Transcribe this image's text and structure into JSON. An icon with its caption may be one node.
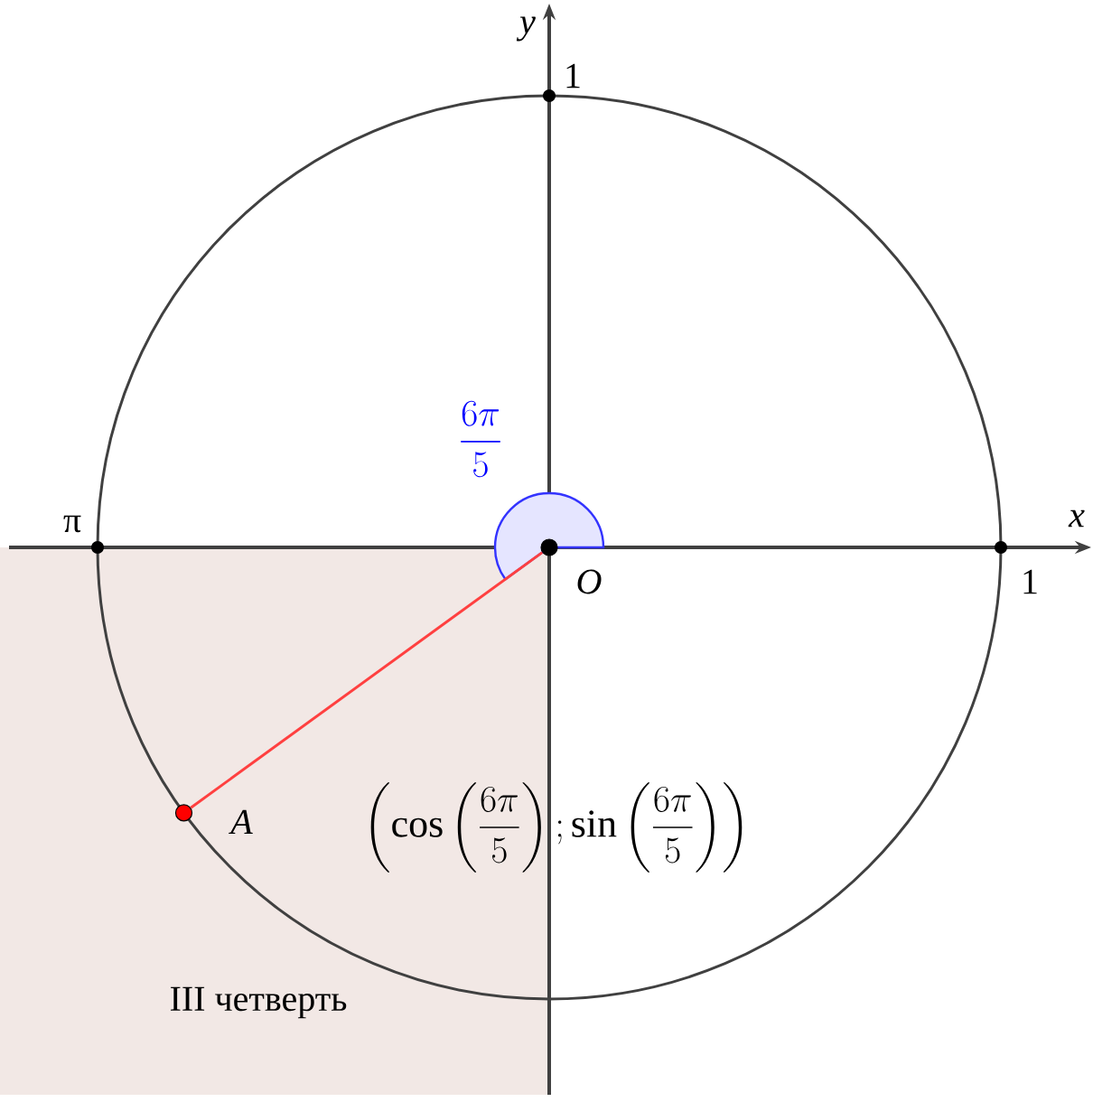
{
  "diagram": {
    "nodes": [
      {
        "text": [],
        "shape": "circle",
        "beside": [
          "O"
        ]
      },
      {
        "text": [],
        "shape": "circle",
        "beside": [
          "A"
        ]
      }
    ],
    "edges": [
      {
        "from": 0,
        "to": 1,
        "arrow": "none",
        "color": "#ff4040"
      }
    ],
    "labels": [
      "y",
      "1",
      "x",
      "1",
      "π",
      "\\frac{6\\pi}{5}",
      "\\left(\\cos\\left(\\frac{6\\pi}{5}\\right);\\sin\\left(\\frac{6\\pi}{5}\\right)\\right)",
      "III четверть"
    ]
  }
}
